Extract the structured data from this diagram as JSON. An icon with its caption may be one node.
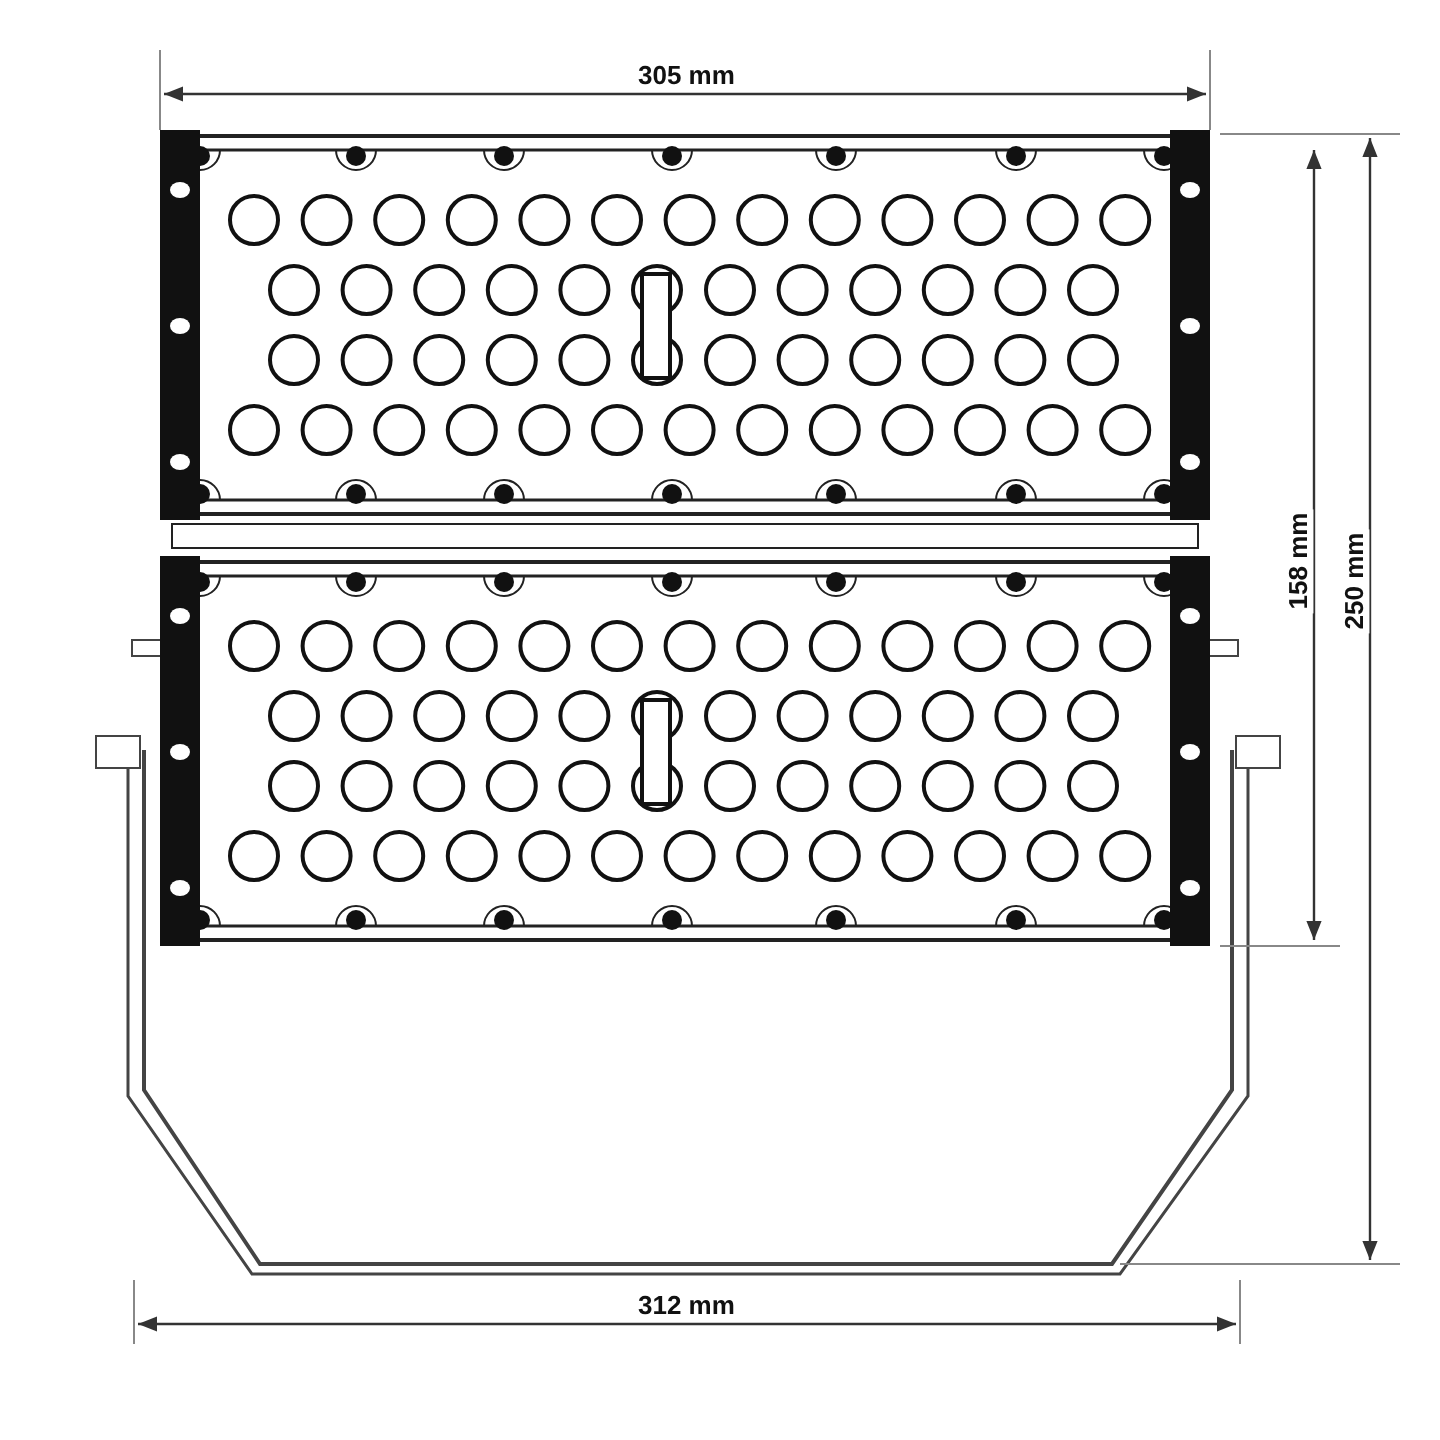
{
  "diagram": {
    "labels": [
      "305 mm",
      "158 mm",
      "250 mm",
      "312 mm"
    ]
  }
}
